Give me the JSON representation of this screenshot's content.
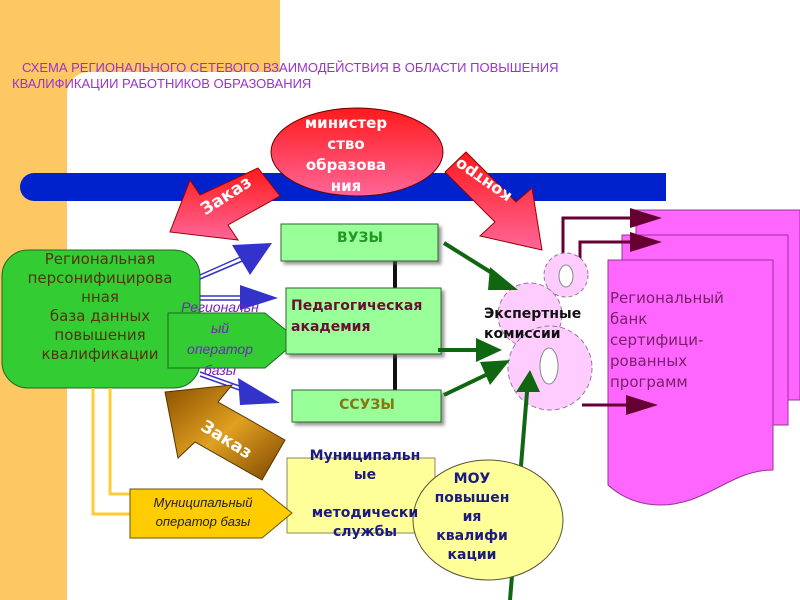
{
  "title": {
    "line1": "СХЕМА РЕГИОНАЛЬНОГО СЕТЕВОГО ВЗАИМОДЕЙСТВИЯ В ОБЛАСТИ ПОВЫШЕНИЯ",
    "line2": "КВАЛИФИКАЦИИ РАБОТНИКОВ ОБРАЗОВАНИЯ"
  },
  "colors": {
    "background_accent": "#fdc764",
    "band": "#0022cc",
    "title": "#9933cc",
    "ministry": "#ee1133",
    "regional_db": "#33cc33",
    "institutions": "#99ff99",
    "gears": "#ffccff",
    "bank": "#ff66ff",
    "municipal": "#ffff99",
    "mun_operator": "#ffcc00",
    "order_arrow_brown": "#b36b00"
  },
  "nodes": {
    "ministry": "Министерство образования",
    "ministry_lines": [
      "министер",
      "ство",
      "образова",
      "ния"
    ],
    "regional_db_lines": [
      "Региональная",
      "персонифицирова",
      "нная",
      "база данных",
      "повышения",
      "квалификации"
    ],
    "vuz": "ВУЗЫ",
    "ped_academy_lines": [
      "Педагогическая",
      "академия"
    ],
    "ssuz": "ССУЗЫ",
    "expert_lines": [
      "Экспертные",
      "комиссии"
    ],
    "bank_lines": [
      "Региональный",
      "банк",
      "сертифици-",
      "рованных",
      "программ"
    ],
    "regional_operator_lines": [
      "Региональн",
      "ый",
      "оператор",
      "базы"
    ],
    "municipal_operator_lines": [
      "Муниципальный",
      "оператор базы"
    ],
    "municipal_services_lines": [
      "Муниципальн",
      "ые",
      "",
      "методически",
      "службы"
    ],
    "mou_lines": [
      "МОУ",
      "повышен",
      "ия",
      "квалифи",
      "кации"
    ]
  },
  "arrows": {
    "order_top": "Заказ",
    "control": "контрол",
    "order_bottom": "Заказ"
  }
}
